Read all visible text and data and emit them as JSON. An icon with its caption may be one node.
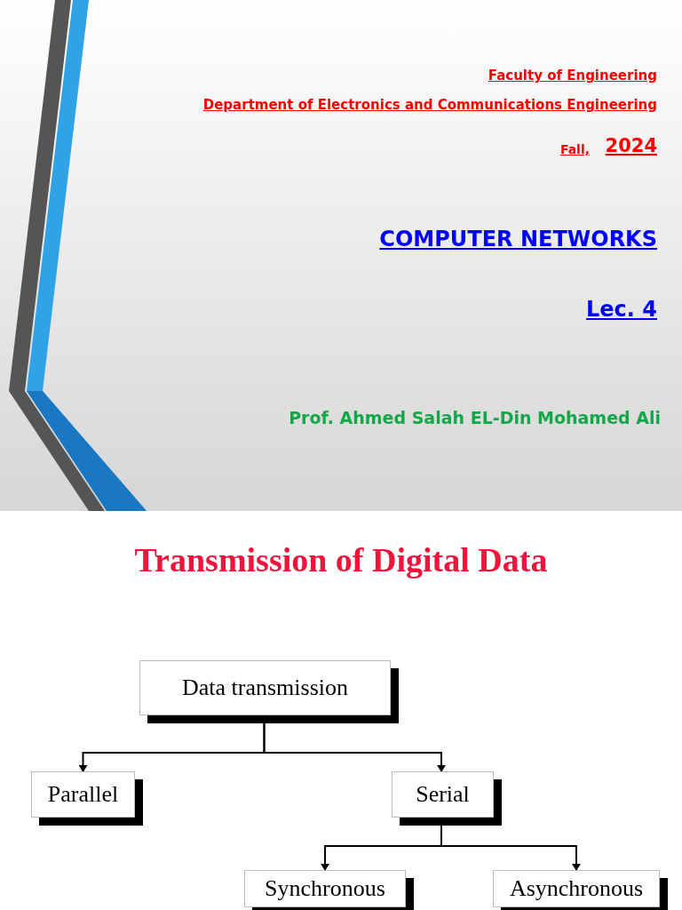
{
  "diagram": {
    "title": "Transmission of Digital Data",
    "nodes": [
      {
        "text": [
          "Data transmission"
        ]
      },
      {
        "text": [
          "Parallel"
        ]
      },
      {
        "text": [
          "Serial"
        ]
      },
      {
        "text": [
          "Synchronous"
        ]
      },
      {
        "text": [
          "Asynchronous"
        ]
      }
    ],
    "edges": [
      {
        "from": 0,
        "to": 1,
        "arrow": "to"
      },
      {
        "from": 0,
        "to": 2,
        "arrow": "to"
      },
      {
        "from": 2,
        "to": 3,
        "arrow": "to"
      },
      {
        "from": 2,
        "to": 4,
        "arrow": "to"
      }
    ],
    "labels": [
      "Faculty of Engineering",
      "Department of Electronics and Communications Engineering",
      "Fall,",
      "2024",
      "COMPUTER NETWORKS",
      "Lec. 4",
      "Prof. Ahmed Salah EL-Din Mohamed Ali"
    ]
  }
}
